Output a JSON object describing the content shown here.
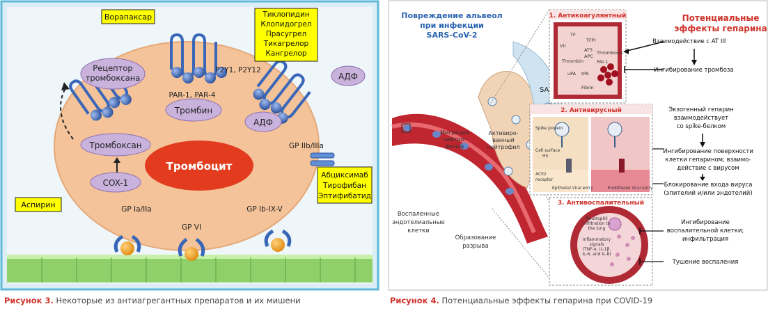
{
  "figure3": {
    "caption_label": "Рисунок 3.",
    "caption_text": "Некоторые из антиагрегантных препаратов и их мишени",
    "labels": {
      "vorapaxar": "Ворапаксар",
      "drugs_p2y": [
        "Тиклопидин",
        "Клопидогрел",
        "Прасугрел",
        "Тикагрелор",
        "Кангрелор"
      ],
      "txa_receptor": [
        "Рецептор",
        "тромбоксана"
      ],
      "par": "PAR-1, PAR-4",
      "p2y": "P2Y1, P2Y12",
      "adp": "АДФ",
      "thrombin": "Тромбин",
      "thromboxane": "Тромбоксан",
      "platelet": "Тромбоцит",
      "gp2b3a": "GP IIb/IIIa",
      "cox1": "COX-1",
      "gp2b3a_drugs": [
        "Абциксимаб",
        "Тирофибан",
        "Эптифибатид"
      ],
      "aspirin": "Аспирин",
      "gp1a2a": "GP Ia/IIa",
      "gp6": "GP VI",
      "gp1b": "GP Ib-IX-V"
    }
  },
  "figure4": {
    "caption_label": "Рисунок 4.",
    "caption_text": "Потенциальные эффекты гепарина при COVID-19",
    "title_left": [
      "Повреждение альвеол",
      "при инфекции",
      "SARS-CoV-2"
    ],
    "title_right": [
      "Потенциальные",
      "эффекты гепарина"
    ],
    "sars_label": "SARS-CoV-2",
    "panel1": {
      "title": "1. Антикоагулянтный",
      "inner": [
        "TF",
        "TFPI",
        "VII",
        "AT3",
        "APC",
        "PAI-1",
        "Thrombin",
        "uPA",
        "tPA",
        "Thrombosis",
        "Fibrin"
      ],
      "note1": "Взаимодействие с AT III",
      "note2": "Ингибирование тромбоза"
    },
    "panel2": {
      "title": "2. Антивирусный",
      "inner": [
        "Spike protein",
        "Cell surface",
        "HS",
        "ACE2",
        "receptor",
        "Epithelial Viral entry",
        "Endothelial Viral entry"
      ],
      "note1": [
        "Экзогенный гепарин",
        "взаимодействует",
        "со spike-белком"
      ],
      "note2": [
        "Ингибирование поверхности",
        "клетки гепарином; взаимо-",
        "действие с вирусом"
      ],
      "note3": [
        "Блокирование входа вируса",
        "(эпителий и/или эндотелий)"
      ]
    },
    "panel3": {
      "title": "3. Антивоспалительный",
      "inner": [
        "Neutrophil",
        "infiltration to",
        "the lung",
        "Inflammatory",
        "signals",
        "(TNF-α, IL-1β,",
        "IL-6, and IL-8)"
      ],
      "note1": [
        "Ингибирование",
        "воспалительной клетки;",
        "инфильтрация"
      ],
      "note2": "Тушение воспаления"
    },
    "side": {
      "migration": [
        "Миграция",
        "нейтро-",
        "филов"
      ],
      "activated": [
        "Активиро-",
        "ванный",
        "нейтрофил"
      ],
      "neutrophil": "Neutrophil",
      "inflamed": [
        "Воспаленные",
        "эндотелиальные",
        "клетки"
      ],
      "rupture": [
        "Образование",
        "разрыва"
      ]
    }
  },
  "colors": {
    "frame_blue": "#5fb8d8",
    "platelet_fill": "#f4c39a",
    "label_yellow": "#ffff00",
    "receptor_blue": "#3a66b8",
    "ellipse_purple": "#c9b2dc",
    "accent_red": "#d0342c"
  }
}
